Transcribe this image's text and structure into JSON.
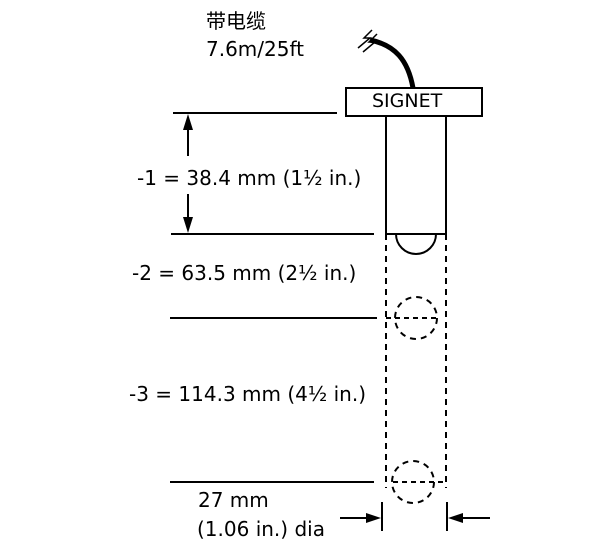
{
  "cable": {
    "label_cn": "带电缆",
    "length": "7.6m/25ft"
  },
  "sensor": {
    "brand": "SIGNET"
  },
  "dimensions": {
    "option1": "-1 = 38.4 mm (1½ in.)",
    "option2": "-2 = 63.5 mm (2½ in.)",
    "option3": "-3 = 114.3 mm (4½ in.)",
    "diameter_line1": "27 mm",
    "diameter_line2": "(1.06 in.) dia"
  },
  "colors": {
    "stroke": "#000000",
    "background": "#ffffff"
  }
}
